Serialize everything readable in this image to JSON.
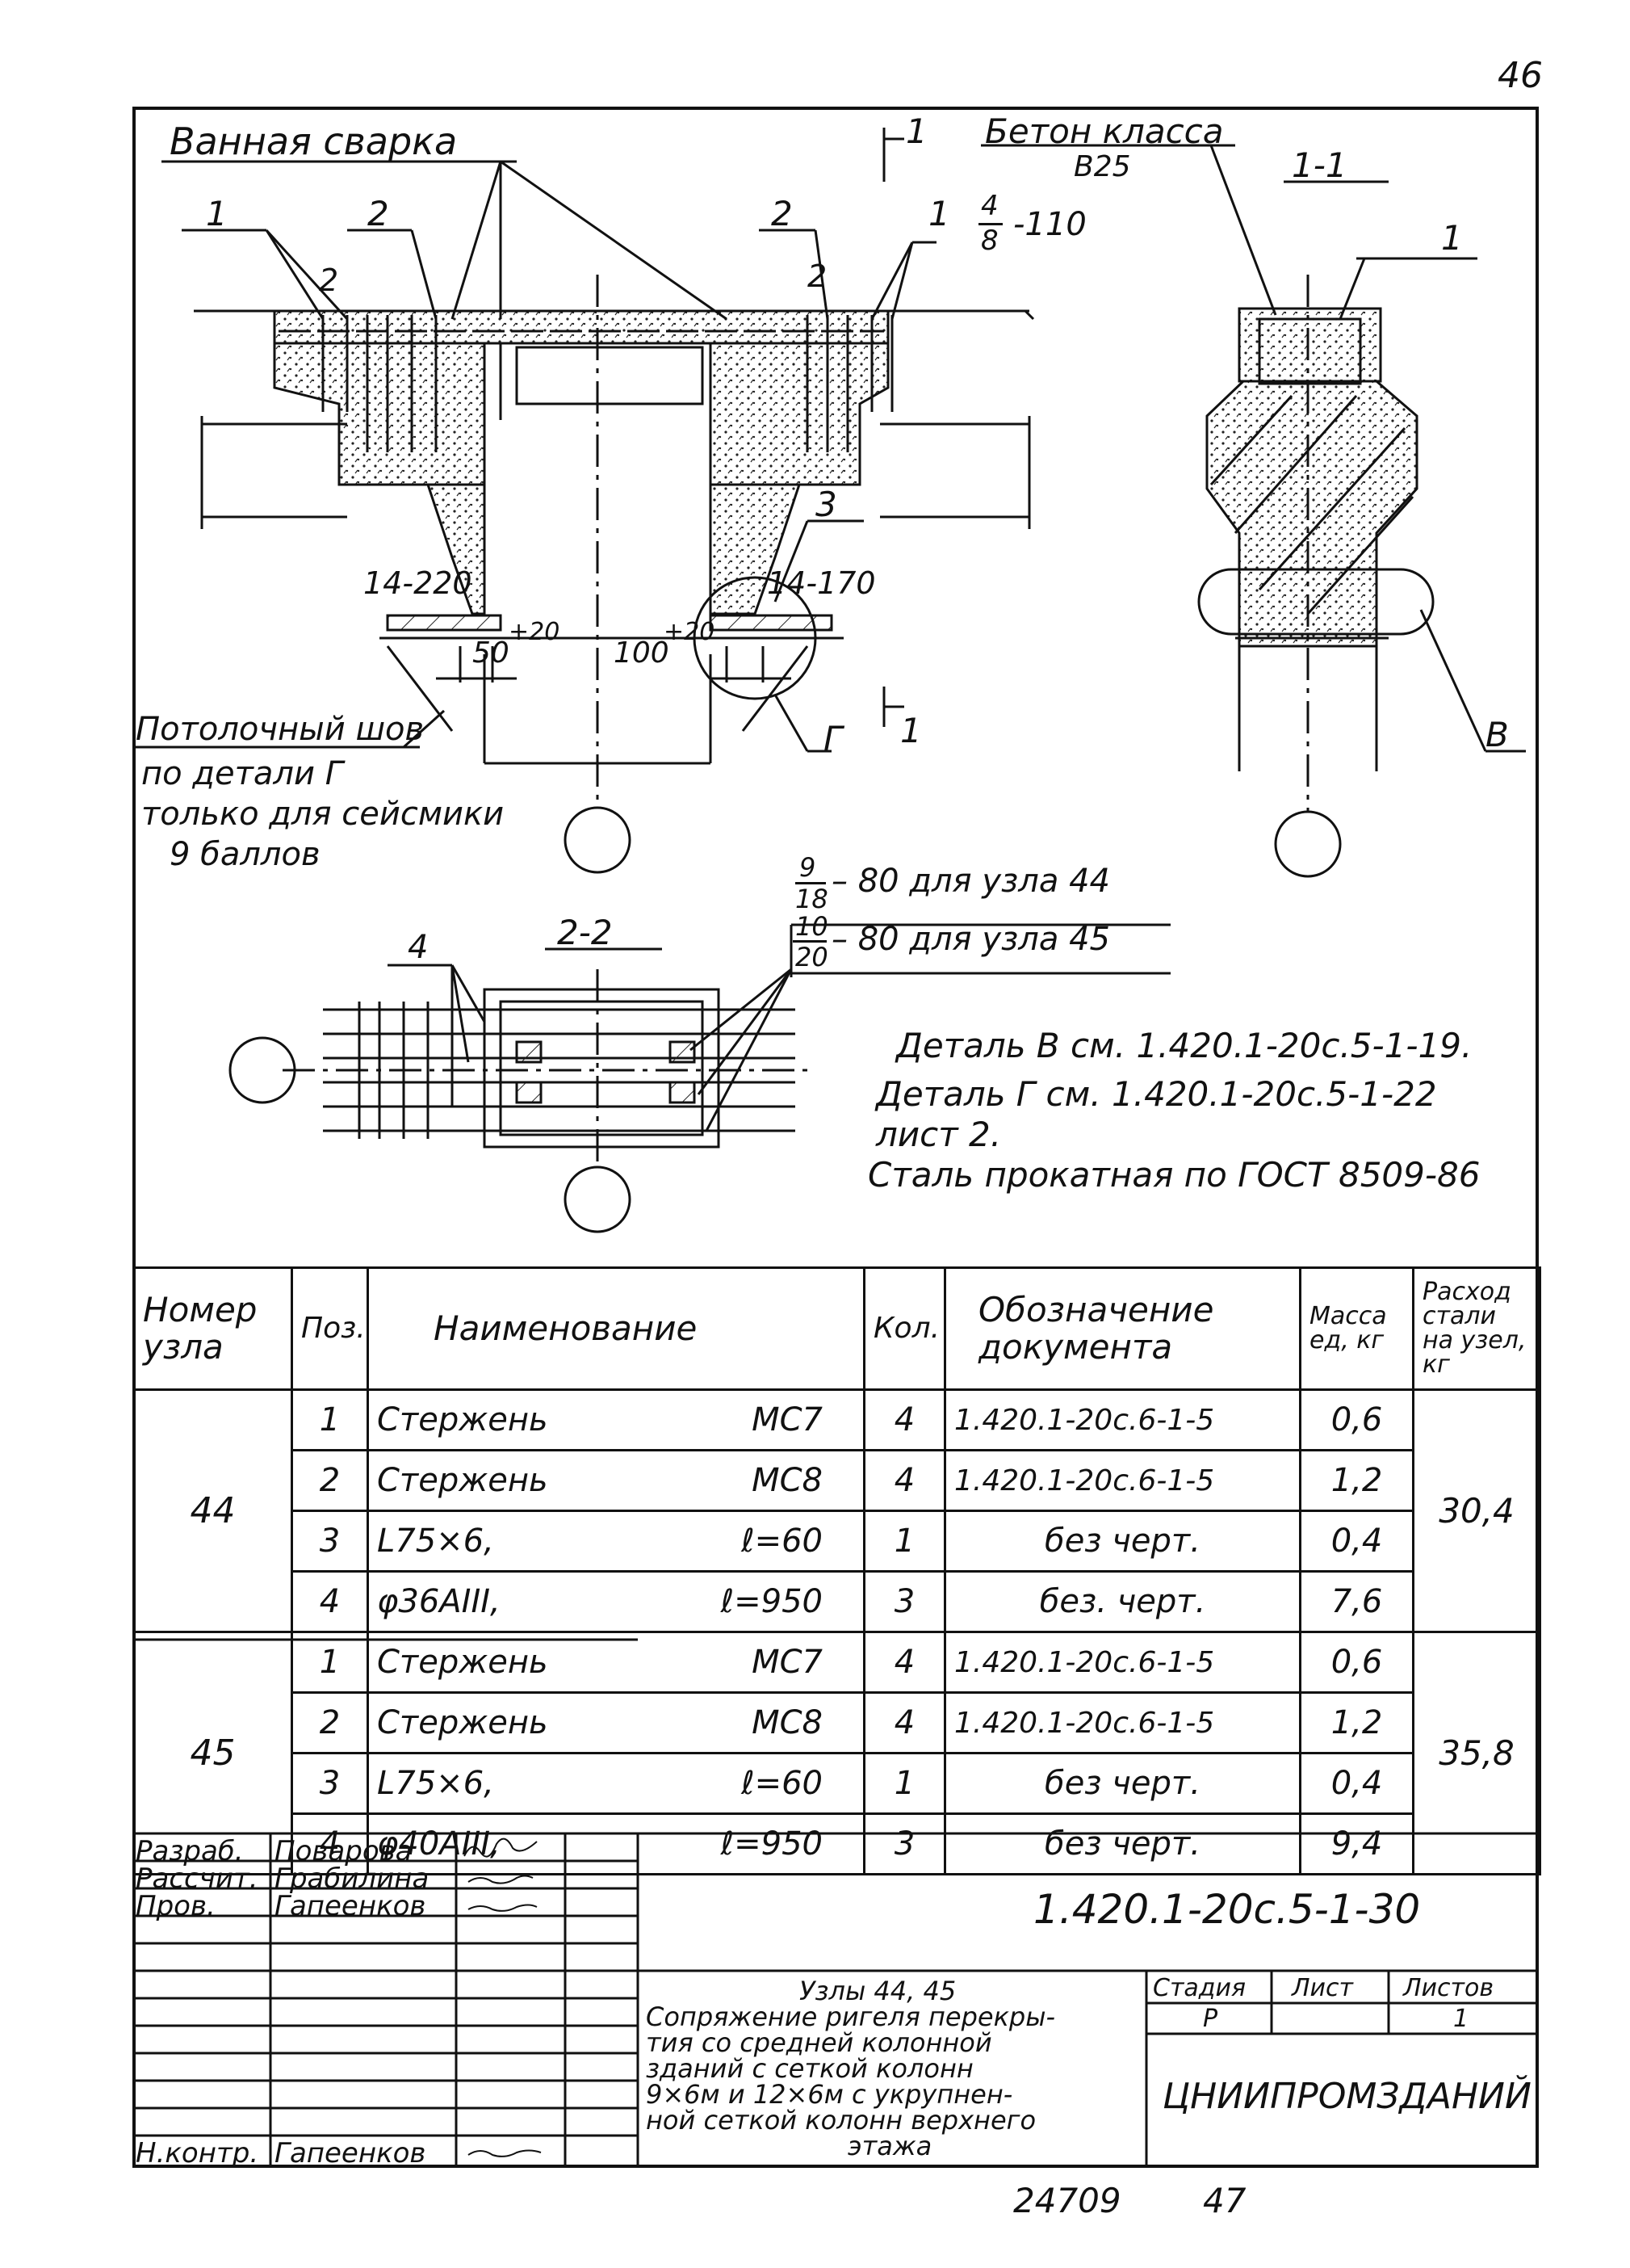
{
  "page_number": "46",
  "drawing": {
    "title_weld": "Ванная сварка",
    "concrete_label": "Бетон класса",
    "concrete_class": "В25",
    "section_mark_1": "1",
    "section_1_1": "1-1",
    "section_2_2": "2-2",
    "pos_1a": "1",
    "pos_2a": "2",
    "pos_2b": "2",
    "pos_1b": "1",
    "pos_2c": "2",
    "pos_2d": "2",
    "pos_48": "4",
    "pos_48b": "8",
    "pitch_110": "-110",
    "pos_3": "3",
    "pos_1c": "1",
    "pos_4": "4",
    "weld_left": "14-220",
    "weld_right": "14-170",
    "dim_50": "50",
    "dim_50_tol": "+20",
    "dim_100": "100",
    "dim_100_tol": "+20",
    "detail_g": "Г",
    "detail_v": "В",
    "section_mark_1b": "1",
    "note_ceiling_1": "Потолочный шов",
    "note_ceiling_2": "по детали Г",
    "note_ceiling_3": "только для сейсмики",
    "note_ceiling_4": "9 баллов",
    "frac_9": "9",
    "frac_18": "18",
    "line_44": "– 80 для узла 44",
    "frac_10": "10",
    "frac_20": "20",
    "line_45": "– 80 для узла 45",
    "note_detail_v": "Деталь В см. 1.420.1-20с.5-1-19.",
    "note_detail_g": "Деталь Г см. 1.420.1-20с.5-1-22",
    "note_sheet": "лист 2.",
    "note_steel": "Сталь прокатная по ГОСТ 8509-86"
  },
  "spec_table": {
    "headers": {
      "node": "Номер узла",
      "pos": "Поз.",
      "name": "Наименование",
      "qty": "Кол.",
      "doc": "Обозначение документа",
      "mass": "Масса ед, кг",
      "steel": "Расход стали на узел, кг"
    },
    "groups": [
      {
        "node": "44",
        "total": "30,4",
        "rows": [
          {
            "pos": "1",
            "name": "Стержень",
            "mark": "МС7",
            "qty": "4",
            "doc": "1.420.1-20с.6-1-5",
            "mass": "0,6"
          },
          {
            "pos": "2",
            "name": "Стержень",
            "mark": "МС8",
            "qty": "4",
            "doc": "1.420.1-20с.6-1-5",
            "mass": "1,2"
          },
          {
            "pos": "3",
            "name": "L75×6,",
            "mark": "ℓ=60",
            "qty": "1",
            "doc": "без черт.",
            "mass": "0,4"
          },
          {
            "pos": "4",
            "name": "φ36АIII,",
            "mark": "ℓ=950",
            "qty": "3",
            "doc": "без. черт.",
            "mass": "7,6"
          }
        ]
      },
      {
        "node": "45",
        "total": "35,8",
        "rows": [
          {
            "pos": "1",
            "name": "Стержень",
            "mark": "МС7",
            "qty": "4",
            "doc": "1.420.1-20с.6-1-5",
            "mass": "0,6"
          },
          {
            "pos": "2",
            "name": "Стержень",
            "mark": "МС8",
            "qty": "4",
            "doc": "1.420.1-20с.6-1-5",
            "mass": "1,2"
          },
          {
            "pos": "3",
            "name": "L75×6,",
            "mark": "ℓ=60",
            "qty": "1",
            "doc": "без черт.",
            "mass": "0,4"
          },
          {
            "pos": "4",
            "name": "φ40АIII,",
            "mark": "ℓ=950",
            "qty": "3",
            "doc": "без черт.",
            "mass": "9,4"
          }
        ]
      }
    ]
  },
  "title_block": {
    "roles": [
      {
        "role": "Разраб.",
        "name": "Поварова"
      },
      {
        "role": "Рассчит.",
        "name": "Грабилина"
      },
      {
        "role": "Пров.",
        "name": "Гапеенков"
      },
      {
        "role": "Н.контр.",
        "name": "Гапеенков"
      }
    ],
    "doc_code": "1.420.1-20с.5-1-30",
    "subject_line1": "Узлы 44, 45",
    "subject_line2": "Сопряжение ригеля перекры-",
    "subject_line3": "тия со средней колонной",
    "subject_line4": "зданий с сеткой колонн",
    "subject_line5": "9×6м и 12×6м с укрупнен-",
    "subject_line6": "ной сеткой колонн верхнего",
    "subject_line7": "этажа",
    "stage_label": "Стадия",
    "sheet_label": "Лист",
    "sheets_label": "Листов",
    "stage": "Р",
    "sheet": "1",
    "organization": "ЦНИИПРОМЗДАНИЙ"
  },
  "footer": {
    "archive_number": "24709",
    "page": "47"
  }
}
